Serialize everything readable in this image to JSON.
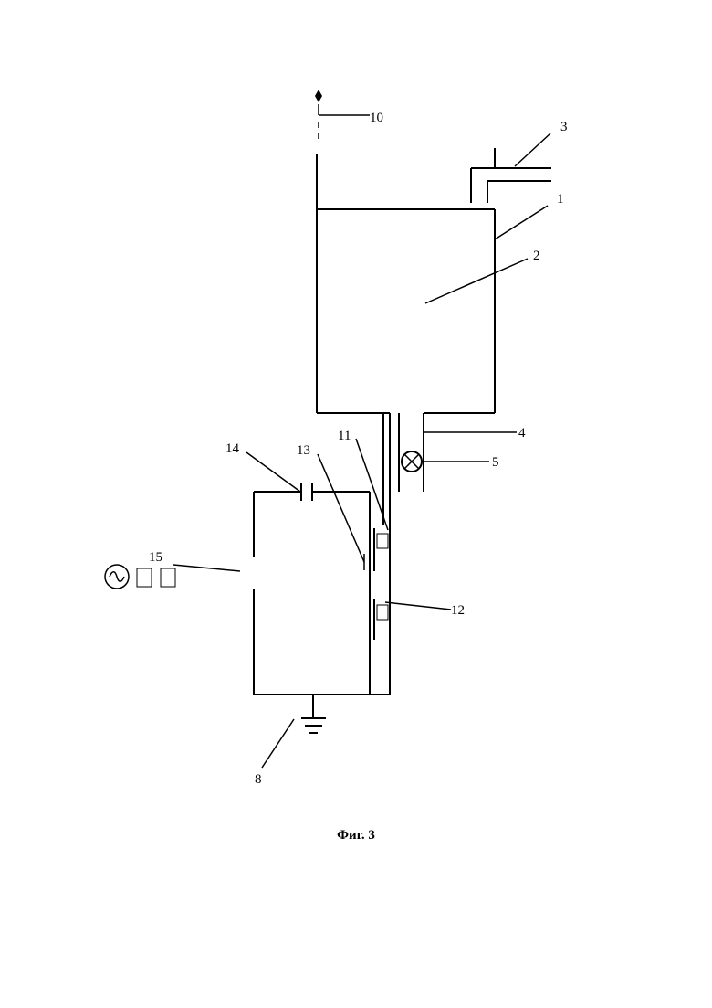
{
  "figure": {
    "caption": "Фиг. 3",
    "labels": {
      "l1": "1",
      "l2": "2",
      "l3": "3",
      "l4": "4",
      "l5": "5",
      "l8": "8",
      "l10": "10",
      "l11": "11",
      "l12": "12",
      "l13": "13",
      "l14": "14",
      "l15": "15"
    }
  }
}
